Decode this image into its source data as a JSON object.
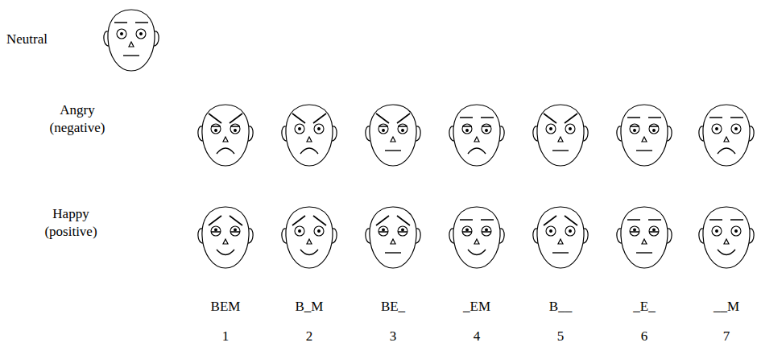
{
  "diagram": {
    "labels": [
      "Neutral",
      "Angry (negative)",
      "Happy (positive)",
      "BEM",
      "B_M",
      "BE_",
      "_EM",
      "B__",
      "_E_",
      "__M",
      "1",
      "2",
      "3",
      "4",
      "5",
      "6",
      "7"
    ]
  }
}
